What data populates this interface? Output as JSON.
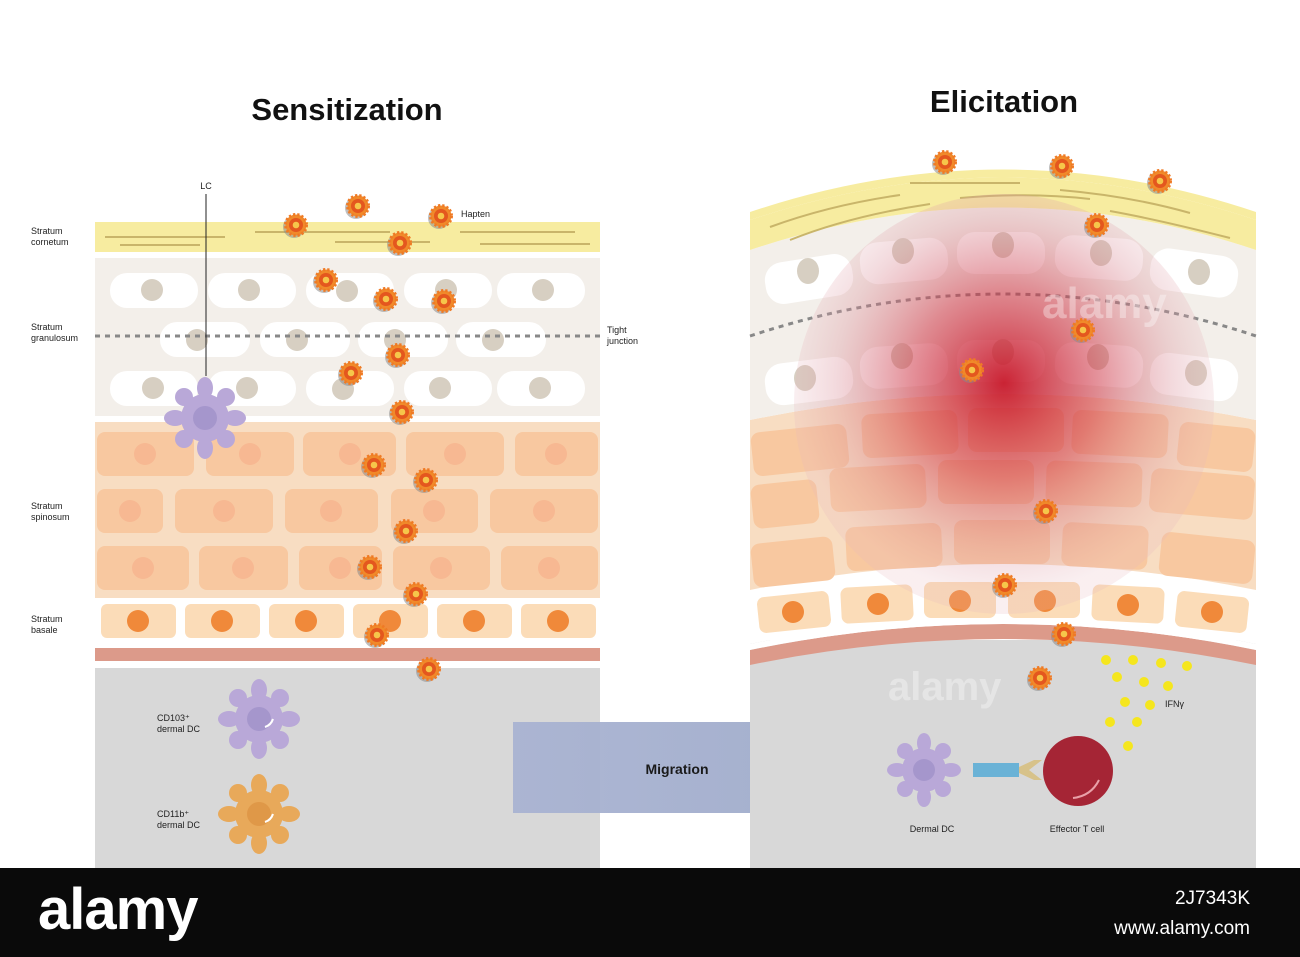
{
  "titles": {
    "left": "Sensitization",
    "right": "Elicitation"
  },
  "layers": {
    "cornetum": "Stratum\ncornetum",
    "granulosum": "Stratum\ngranulosum",
    "spinosum": "Stratum\nspinosum",
    "basale": "Stratum\nbasale"
  },
  "labels": {
    "lc": "LC",
    "hapten": "Hapten",
    "tight_junction": "Tight\njunction",
    "cd103": "CD103⁺\ndermal DC",
    "cd11b": "CD11b⁺\ndermal DC",
    "migration": "Migration",
    "ifny": "IFNγ",
    "dermal_dc": "Dermal DC",
    "effector_t": "Effector T cell"
  },
  "watermark": {
    "brand": "alamy",
    "image_id": "2J7343K",
    "site": "www.alamy.com"
  },
  "colors": {
    "cornetum": "#f7eca0",
    "granular": "#f3efea",
    "spinous": "#f8ddc2",
    "basal_cell": "#fbdcb8",
    "basement": "#dc9a8a",
    "dermis": "#d8d8d8",
    "hapten": "#e4571e",
    "dc_purple": "#b9a8d8",
    "dc_orange": "#e8a95a",
    "migration_arrow": "#a6b1cf",
    "inflammation": "#c8182a",
    "t_cell": "#a52535",
    "ifn_dot": "#f5e61e"
  }
}
